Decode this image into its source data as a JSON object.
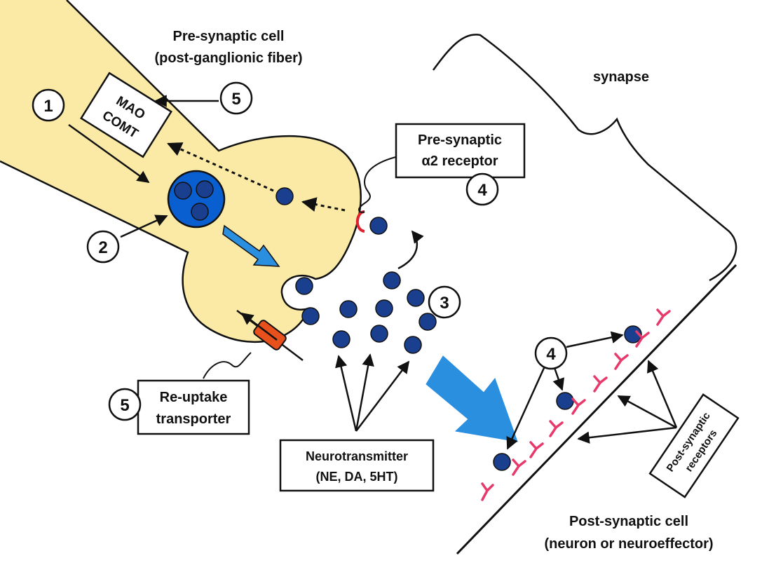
{
  "labels": {
    "presynaptic_title_1": "Pre-synaptic cell",
    "presynaptic_title_2": "(post-ganglionic fiber)",
    "synapse": "synapse",
    "mao": "MAO",
    "comt": "COMT",
    "alpha2_line1": "Pre-synaptic",
    "alpha2_line2": "α2 receptor",
    "reuptake_line1": "Re-uptake",
    "reuptake_line2": "transporter",
    "neurotransmitter_line1": "Neurotransmitter",
    "neurotransmitter_line2": "(NE, DA, 5HT)",
    "postsyn_receptors_line1": "Post-synaptic",
    "postsyn_receptors_line2": "receptors",
    "postsyn_cell_1": "Post-synaptic cell",
    "postsyn_cell_2": "(neuron or neuroeffector)"
  },
  "step_numbers": {
    "n1": "1",
    "n2": "2",
    "n3": "3",
    "n4_presyn": "4",
    "n4_postsyn": "4",
    "n5_mao": "5",
    "n5_reuptake": "5"
  },
  "colors": {
    "cell_fill": "#faeaa6",
    "cell_outline": "#111111",
    "vesicle_blue": "#0a5fd0",
    "molecule_blue": "#1b3f8f",
    "big_arrow_blue": "#2b8fe0",
    "receptor_pink": "#e8396b",
    "transporter_orange": "#e8501c",
    "alpha2_receptor_red": "#e0202a"
  },
  "icons": {
    "receptor": "Y-shaped-receptor-icon",
    "vesicle": "vesicle-icon",
    "molecule": "neurotransmitter-dot-icon"
  }
}
